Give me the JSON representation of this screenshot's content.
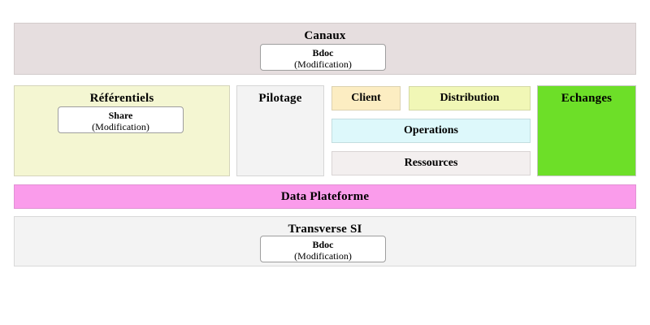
{
  "diagram": {
    "type": "layered-architecture-map",
    "bands": [
      {
        "id": "canaux",
        "title": "Canaux",
        "color": "#e6dedf",
        "nodes": [
          {
            "name": "Bdoc",
            "state": "(Modification)"
          }
        ]
      },
      {
        "id": "referentiels",
        "title": "Référentiels",
        "color": "#f4f6d2",
        "nodes": [
          {
            "name": "Share",
            "state": "(Modification)"
          }
        ]
      },
      {
        "id": "pilotage",
        "title": "Pilotage",
        "color": "#f3f3f3",
        "nodes": []
      },
      {
        "id": "echanges",
        "title": "Echanges",
        "color": "#6ddf28",
        "nodes": []
      },
      {
        "id": "data_plateforme",
        "title": "Data Plateforme",
        "color": "#fa9ceb",
        "nodes": []
      },
      {
        "id": "transverse_si",
        "title": "Transverse SI",
        "color": "#f3f3f3",
        "nodes": [
          {
            "name": "Bdoc",
            "state": "(Modification)"
          }
        ]
      }
    ],
    "cells": [
      {
        "id": "client",
        "label": "Client",
        "color": "#fcedc2"
      },
      {
        "id": "distribution",
        "label": "Distribution",
        "color": "#f1f7b6"
      },
      {
        "id": "operations",
        "label": "Operations",
        "color": "#ddf8fb"
      },
      {
        "id": "ressources",
        "label": "Ressources",
        "color": "#f3efef"
      }
    ]
  }
}
